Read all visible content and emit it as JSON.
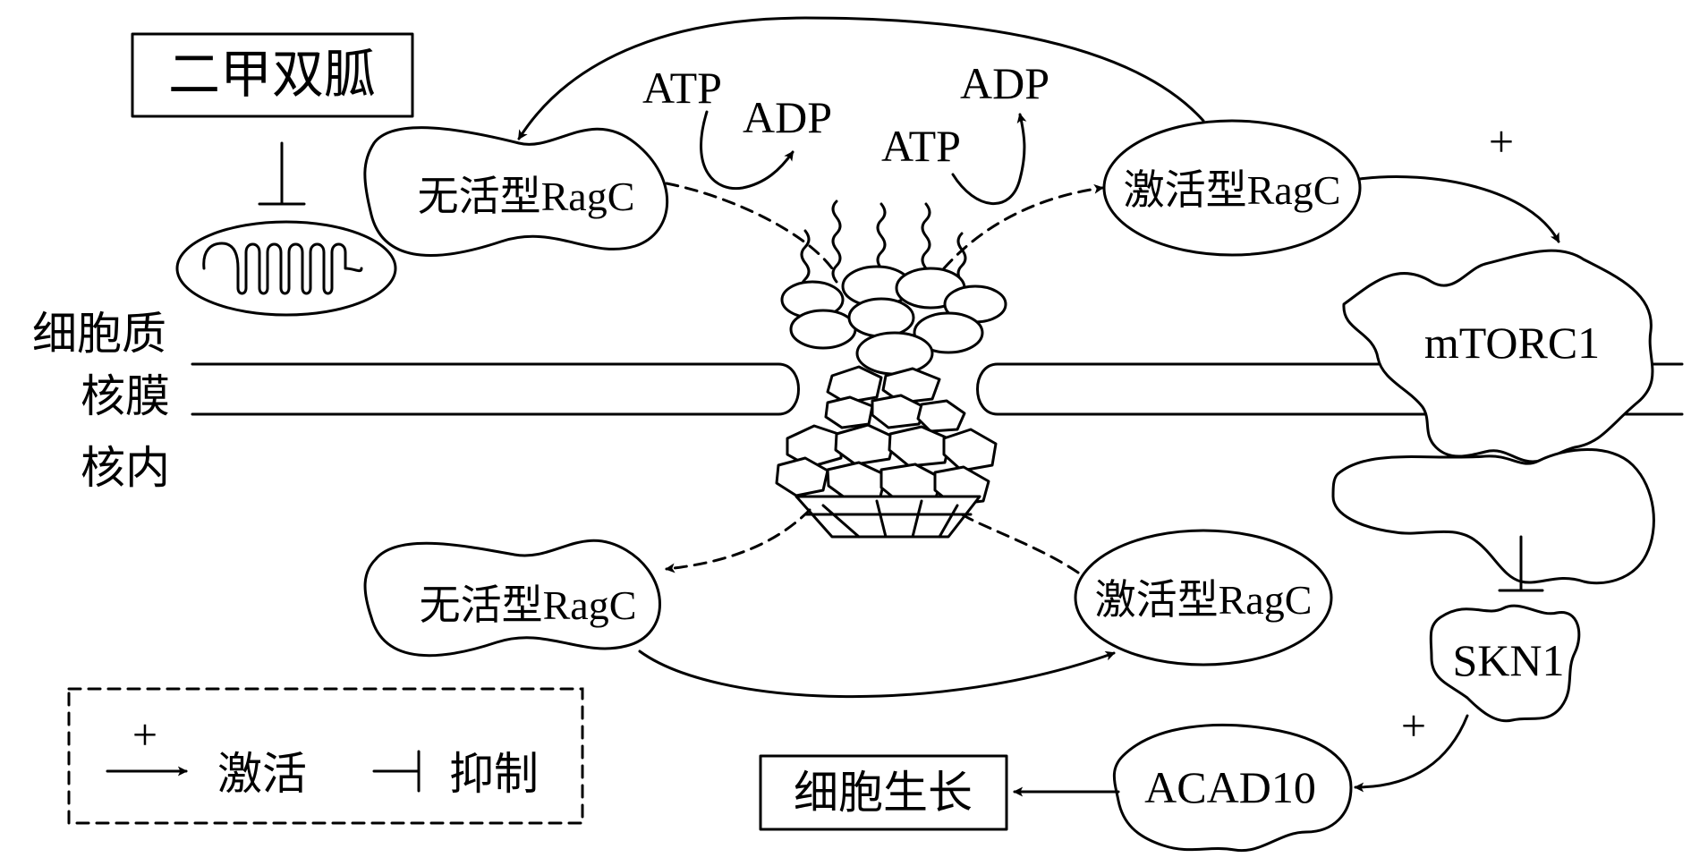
{
  "drug": "二甲双胍",
  "compartments": {
    "cytoplasm": "细胞质",
    "nuclear_membrane": "核膜",
    "nucleus": "核内"
  },
  "energy": {
    "atp_left": "ATP",
    "adp_left": "ADP",
    "atp_right": "ATP",
    "adp_right": "ADP"
  },
  "nodes": {
    "inactive_top": "无活型RagC",
    "active_top": "激活型RagC",
    "inactive_bottom": "无活型RagC",
    "active_bottom": "激活型RagC",
    "mtorc1": "mTORC1",
    "skn1": "SKN1",
    "acad10": "ACAD10",
    "cell_growth": "细胞生长"
  },
  "signs": {
    "plus_mtorc1": "+",
    "plus_acad10": "+"
  },
  "legend": {
    "plus": "+",
    "activate_label": "激活",
    "inhibit_label": "抑制"
  }
}
